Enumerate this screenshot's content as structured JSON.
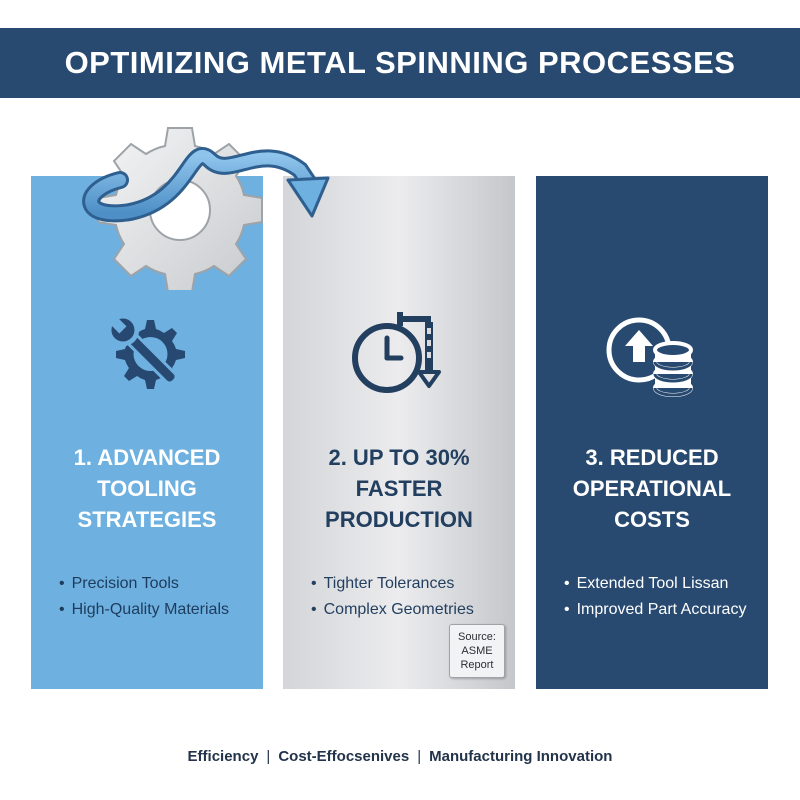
{
  "banner": {
    "title": "OPTIMIZING METAL SPINNING PROCESSES"
  },
  "panels": [
    {
      "heading": "1. ADVANCED\nTOOLING\nSTRATEGIES",
      "bullets": [
        "Precision Tools",
        "High-Quality Materials"
      ],
      "icon": "wrench-gear-icon",
      "color": "#6eb0df"
    },
    {
      "heading": "2. UP TO 30%\nFASTER\nPRODUCTION",
      "bullets": [
        "Tighter Tolerances",
        "Complex Geometries"
      ],
      "icon": "clock-arrow-icon",
      "badge": "Source:\nASME\nReport",
      "color": "#d8dadd"
    },
    {
      "heading": "3. REDUCED\nOPERATIONAL\nCOSTS",
      "bullets": [
        "Extended Tool Lissan",
        "Improved Part Accuracy"
      ],
      "icon": "coins-up-arrow-icon",
      "color": "#284a70"
    }
  ],
  "top_graphic": {
    "icon": "gear-with-flow-arrow-icon"
  },
  "footer": {
    "items": [
      "Efficiency",
      "Cost-Effocsenives",
      "Manufacturing Innovation"
    ],
    "separator": "|"
  },
  "colors": {
    "navy": "#284a70",
    "light_blue": "#6eb0df",
    "silver": "#d8dadd"
  }
}
